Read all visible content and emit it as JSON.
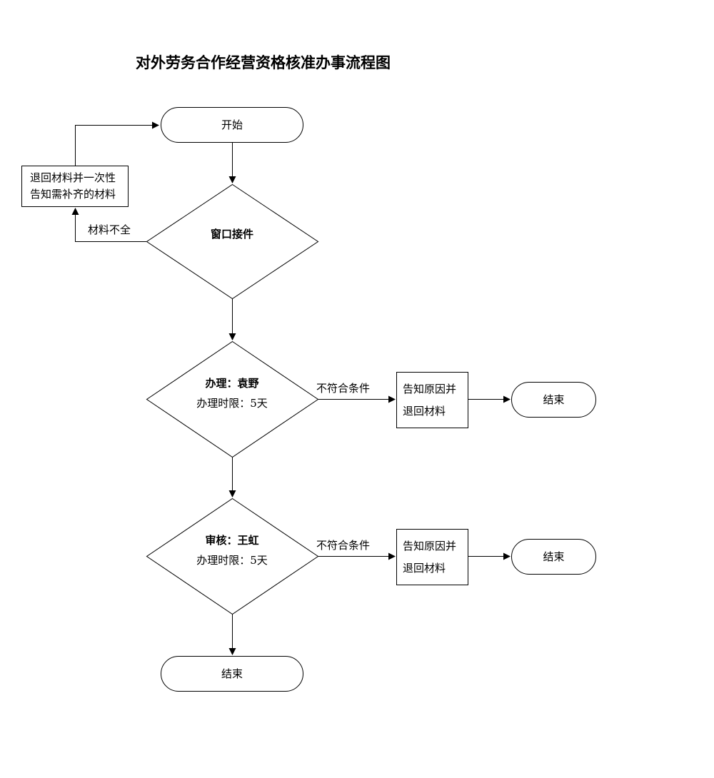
{
  "title": "对外劳务合作经营资格核准办事流程图",
  "nodes": {
    "start": {
      "label": "开始"
    },
    "return_materials": {
      "line1": "退回材料并一次性",
      "line2": "告知需补齐的材料"
    },
    "window_accept": {
      "label": "窗口接件"
    },
    "handle": {
      "line1": "办理：袁野",
      "line2": "办理时限：5天"
    },
    "notify_return_1": {
      "line1": "告知原因并",
      "line2": "退回材料"
    },
    "end_1": {
      "label": "结束"
    },
    "review": {
      "line1": "审核：王虹",
      "line2": "办理时限：5天"
    },
    "notify_return_2": {
      "line1": "告知原因并",
      "line2": "退回材料"
    },
    "end_2": {
      "label": "结束"
    },
    "end_final": {
      "label": "结束"
    }
  },
  "edge_labels": {
    "materials_incomplete": "材料不全",
    "not_meet_conditions_1": "不符合条件",
    "not_meet_conditions_2": "不符合条件"
  },
  "colors": {
    "background": "#ffffff",
    "line": "#000000",
    "text": "#000000"
  }
}
